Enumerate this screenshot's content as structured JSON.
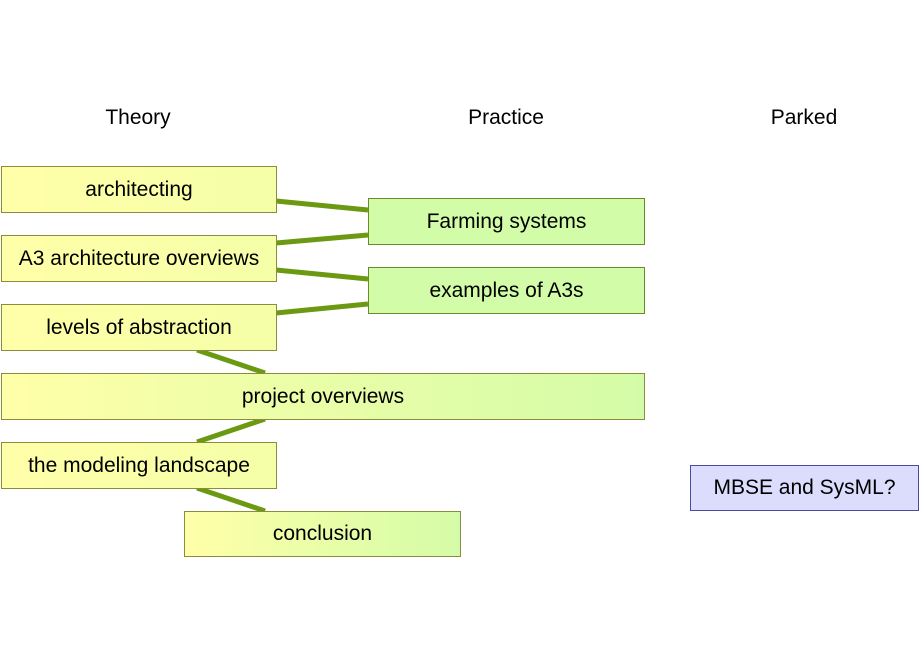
{
  "columns": {
    "theory": "Theory",
    "practice": "Practice",
    "parked": "Parked"
  },
  "boxes": {
    "architecting": "architecting",
    "a3_overviews": "A3 architecture overviews",
    "levels_of_abstraction": "levels of abstraction",
    "project_overviews": "project overviews",
    "modeling_landscape": "the modeling landscape",
    "conclusion": "conclusion",
    "farming_systems": "Farming systems",
    "examples_of_a3s": "examples of A3s",
    "mbse_sysml": "MBSE and SysML?"
  },
  "connections": [
    [
      "architecting",
      "farming_systems"
    ],
    [
      "a3_overviews",
      "farming_systems"
    ],
    [
      "a3_overviews",
      "examples_of_a3s"
    ],
    [
      "levels_of_abstraction",
      "examples_of_a3s"
    ],
    [
      "levels_of_abstraction",
      "project_overviews"
    ],
    [
      "project_overviews",
      "modeling_landscape"
    ],
    [
      "modeling_landscape",
      "conclusion"
    ]
  ],
  "colors": {
    "theory_fill": "#ffffa8",
    "practice_fill": "#d2fca8",
    "parked_fill": "#dcdcfc",
    "connector": "#6b9a12"
  }
}
